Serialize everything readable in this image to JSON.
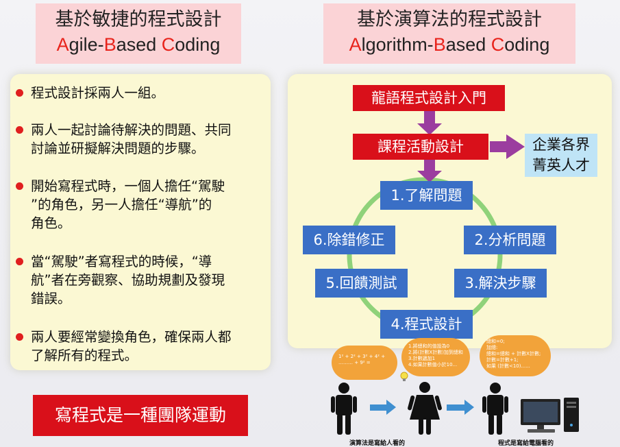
{
  "left_title": {
    "zh": "基於敏捷的程式設計",
    "en_a1": "A",
    "en_a2": "gile-",
    "en_b1": "B",
    "en_b2": "ased ",
    "en_c1": "C",
    "en_c2": "oding"
  },
  "right_title": {
    "zh": "基於演算法的程式設計",
    "en_a1": "A",
    "en_a2": "lgorithm-",
    "en_b1": "B",
    "en_b2": "ased ",
    "en_c1": "C",
    "en_c2": "oding"
  },
  "bullets": [
    {
      "line1": "程式設計採兩人一組。"
    },
    {
      "line1": "兩人一起討論待解決的問題、共同",
      "line2": "討論並研擬解決問題的步驟。"
    },
    {
      "line1": "開始寫程式時，一個人擔任“駕駛",
      "line2": "”的角色，另一人擔任“導航”的",
      "line3": "角色。"
    },
    {
      "line1": "當“駕駛”者寫程式的時候，“導",
      "line2": "航”者在旁觀察、協助規劃及發現",
      "line3": "錯誤。"
    },
    {
      "line1": "兩人要經常變換角色，確保兩人都",
      "line2": "了解所有的程式。"
    }
  ],
  "team_label": "寫程式是一種團隊運動",
  "flow": {
    "intro": "龍語程式設計入門",
    "design": "課程活動設計",
    "talent_line1": "企業各界",
    "talent_line2": "菁英人才"
  },
  "cycle": [
    "1.了解問題",
    "2.分析問題",
    "3.解決步驟",
    "4.程式設計",
    "5.回饋測試",
    "6.除錯修正"
  ],
  "bottom": {
    "bubble1_line1": "1² + 2² + 3² + 4² +",
    "bubble1_line2": "……… + 9² =",
    "bubble2_line1": "1.將總和的值設為0",
    "bubble2_line2": "2.將(計數X計數)加到總和",
    "bubble2_line3": "3.計數遞加1",
    "bubble2_line4": "4.如果計數值小於10...",
    "bubble3_line1": "總和=0;",
    "bubble3_line2": "加總:",
    "bubble3_line3": "總和=總和 + 計數X計數;",
    "bubble3_line4": "計數=計數+1;",
    "bubble3_line5": "如果 (計數<10)......",
    "caption_left": "演算法是寫給人看的",
    "caption_right": "程式是寫給電腦看的"
  },
  "colors": {
    "title_bg": "#fbd3d6",
    "highlight": "#e8231b",
    "panel_bg": "#fbf8d3",
    "red_box": "#d9101a",
    "step_blue": "#3a6fc6",
    "cycle_green": "#8fd27a",
    "arrow_purple": "#9b3d9f",
    "talent_bg": "#bfe4f6",
    "bubble_orange": "#f2a33a",
    "small_arrow_blue": "#3f8fd0"
  }
}
